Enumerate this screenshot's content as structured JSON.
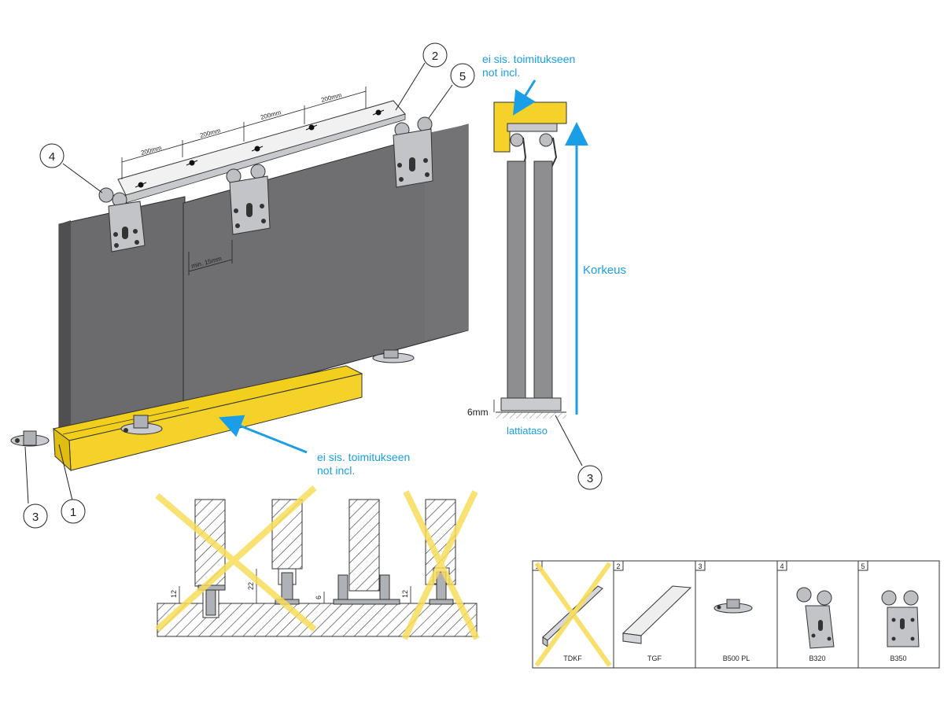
{
  "callouts": {
    "c1": "1",
    "c2": "2",
    "c3": "3",
    "c4": "4",
    "c5": "5"
  },
  "notes": {
    "not_included_fi": "ei sis. toimitukseen",
    "not_included_en": "not incl."
  },
  "dimensions": {
    "spacing": "200mm",
    "min_gap": "min. 15mm",
    "floor_gap": "6mm",
    "floor_level": "lattiataso",
    "height": "Korkeus",
    "section_12": "12",
    "section_22": "22",
    "section_6": "6"
  },
  "parts_table": {
    "cells": [
      {
        "num": "1",
        "name": "TDKF",
        "crossed": true
      },
      {
        "num": "2",
        "name": "TGF",
        "crossed": false
      },
      {
        "num": "3",
        "name": "B500 PL",
        "crossed": false
      },
      {
        "num": "4",
        "name": "B320",
        "crossed": false
      },
      {
        "num": "5",
        "name": "B350",
        "crossed": false
      }
    ]
  },
  "colors": {
    "callout_blue": "#1a9ee6",
    "yellow": "#f5d22a",
    "door_gray": "#6f6f71",
    "steel": "#b9bcc0",
    "cross_yellow": "#f7dd5b"
  }
}
